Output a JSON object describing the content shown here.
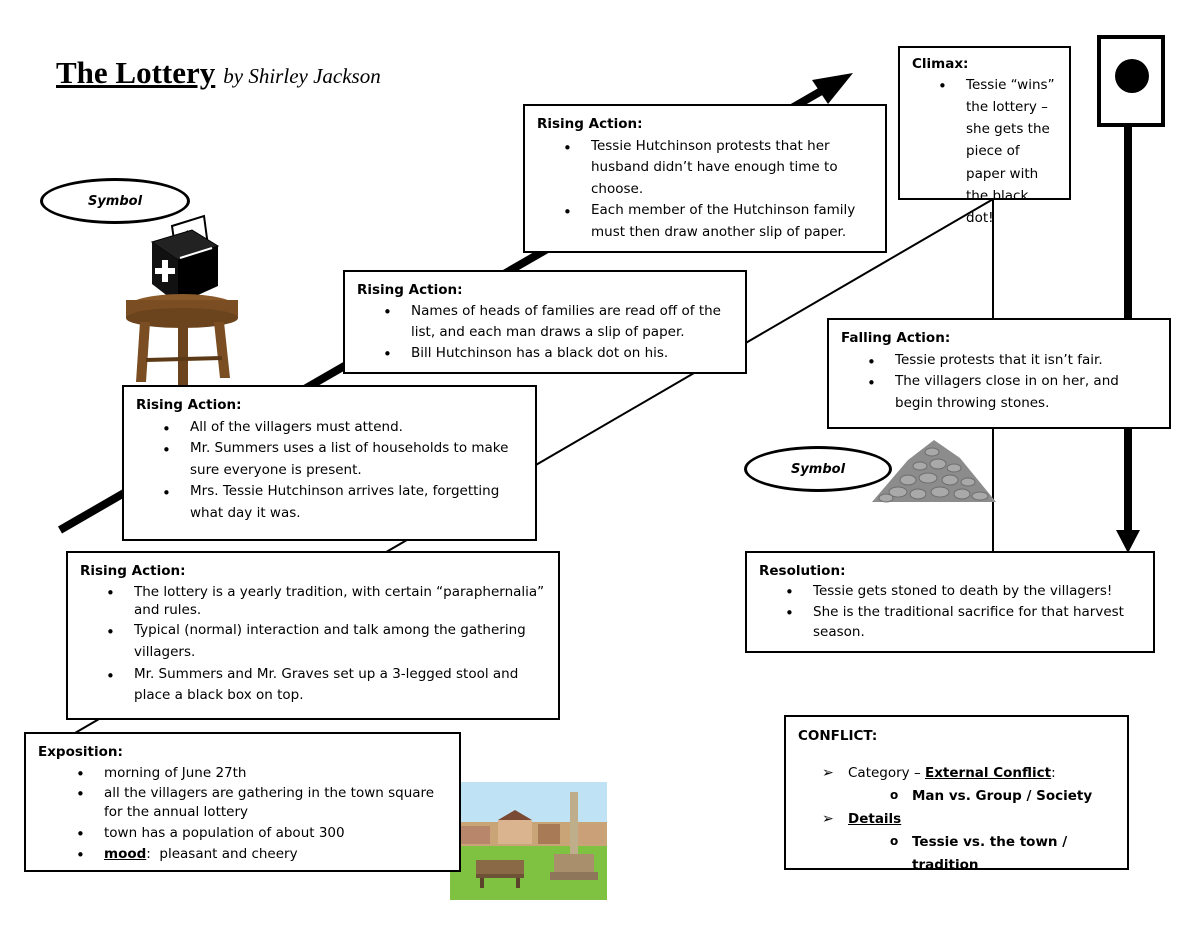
{
  "title": {
    "main": "The Lottery",
    "byline": "by Shirley Jackson"
  },
  "symbols": {
    "left": "Symbol",
    "right": "Symbol"
  },
  "exposition": {
    "heading": "Exposition:",
    "items": [
      "morning of June 27th",
      "all the villagers are gathering in the town square for the annual lottery",
      "town has a population of about 300"
    ],
    "mood_label": "mood",
    "mood_text": ":  pleasant and cheery"
  },
  "rising1": {
    "heading": "Rising Action:",
    "items": [
      "The lottery is a yearly tradition, with certain “paraphernalia” and rules.",
      "Typical (normal) interaction and talk among the gathering villagers.",
      "Mr. Summers and Mr. Graves set up a 3-legged stool and place a black box on top."
    ]
  },
  "rising2": {
    "heading": "Rising Action:",
    "items": [
      "All of the villagers must attend.",
      "Mr. Summers uses a list of households to make sure everyone is present.",
      "Mrs. Tessie Hutchinson arrives late, forgetting what day it was."
    ]
  },
  "rising3": {
    "heading": "Rising Action:",
    "items": [
      "Names of heads of families are read off of the list, and each man draws a slip of paper.",
      "Bill Hutchinson has a black dot on his."
    ]
  },
  "rising4": {
    "heading": "Rising Action:",
    "items": [
      "Tessie Hutchinson protests that her husband didn’t have enough time to choose.",
      "Each member of the Hutchinson family must then draw another slip of paper."
    ]
  },
  "climax": {
    "heading": "Climax:",
    "items": [
      "Tessie “wins” the lottery – she gets the piece of paper with the black dot!"
    ]
  },
  "falling": {
    "heading": "Falling Action:",
    "items": [
      "Tessie protests that it isn’t fair.",
      "The villagers close in on her, and begin throwing stones."
    ]
  },
  "resolution": {
    "heading": "Resolution:",
    "items": [
      "Tessie gets stoned to death by the villagers!",
      "She is the traditional sacrifice for that harvest season."
    ]
  },
  "conflict": {
    "heading": "CONFLICT:",
    "category_prefix": "Category – ",
    "category_value": "External Conflict",
    "category_suffix": ":",
    "category_sub": "Man vs. Group / Society",
    "details_label": "Details",
    "details_sub": "Tessie vs. the town / tradition"
  },
  "images": {
    "stool": "stool-with-ballot-box",
    "stones": "pile-of-stones",
    "square": "town-square-photo"
  }
}
